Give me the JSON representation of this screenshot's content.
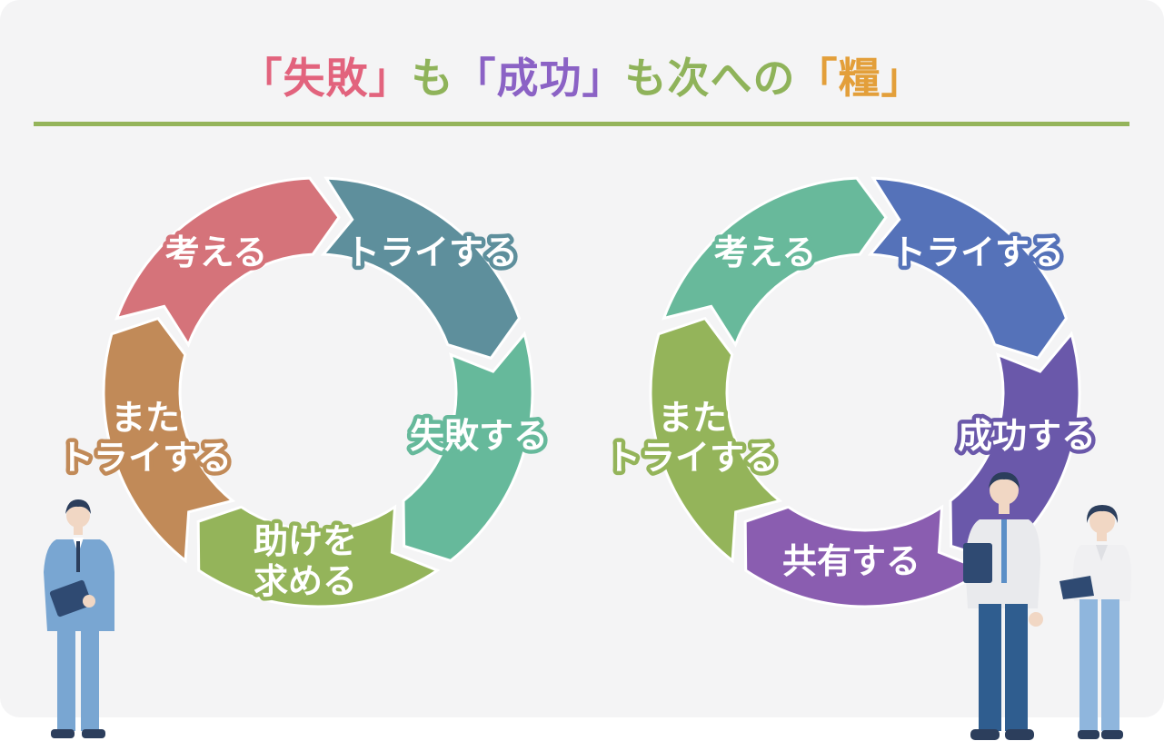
{
  "title": {
    "parts": [
      {
        "text": "「失敗」",
        "color": "#e2637d"
      },
      {
        "text": "も",
        "color": "#8fb35a"
      },
      {
        "text": "「成功」",
        "color": "#8b62c5"
      },
      {
        "text": "も次への",
        "color": "#8fb35a"
      },
      {
        "text": "「糧」",
        "color": "#e39f3a"
      }
    ]
  },
  "cycle_left": {
    "steps": [
      {
        "label": "考える",
        "color": "#d5737a"
      },
      {
        "label": "トライする",
        "color": "#5e8f9c"
      },
      {
        "label": "失敗する",
        "color": "#66b99b"
      },
      {
        "label": "助けを\n求める",
        "color": "#94b45a"
      },
      {
        "label": "また\nトライする",
        "color": "#c18a58"
      }
    ]
  },
  "cycle_right": {
    "steps": [
      {
        "label": "考える",
        "color": "#68b99b"
      },
      {
        "label": "トライする",
        "color": "#5572b9"
      },
      {
        "label": "成功する",
        "color": "#6a58aa"
      },
      {
        "label": "共有する",
        "color": "#8a5db0"
      },
      {
        "label": "また\nトライする",
        "color": "#94b45a"
      }
    ]
  },
  "colors": {
    "background": "#f4f4f5",
    "rule": "#94b45a"
  }
}
